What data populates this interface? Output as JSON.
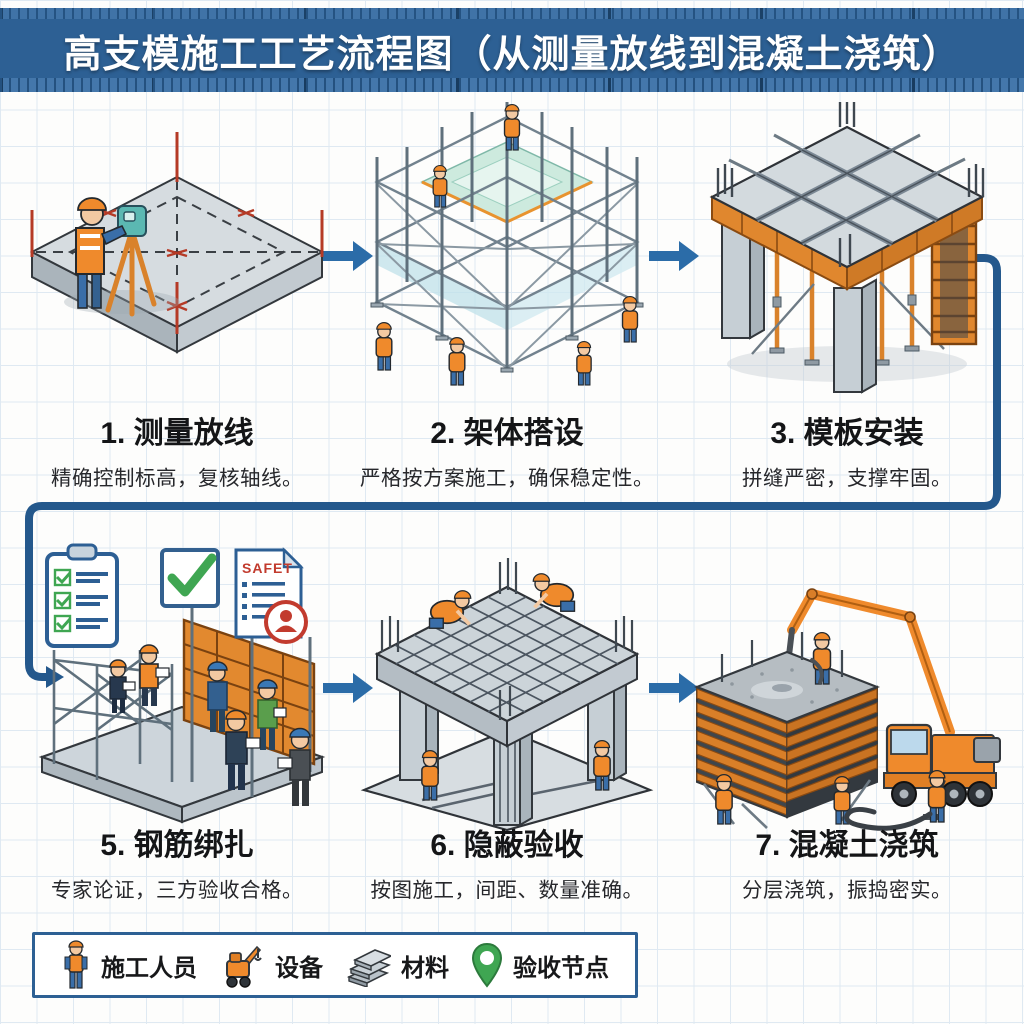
{
  "header": {
    "title": "高支模施工工艺流程图（从测量放线到混凝土浇筑）"
  },
  "steps": [
    {
      "label": "1. 测量放线",
      "desc": "精确控制标高，复核轴线。",
      "scene": "surveying"
    },
    {
      "label": "2. 架体搭设",
      "desc": "严格按方案施工，确保稳定性。",
      "scene": "scaffolding"
    },
    {
      "label": "3. 模板安装",
      "desc": "拼缝严密，支撑牢固。",
      "scene": "formwork-installation"
    },
    {
      "label": "5. 钢筋绑扎",
      "desc": "专家论证，三方验收合格。",
      "scene": "inspection-team",
      "doc_label": "SAFET"
    },
    {
      "label": "6. 隐蔽验收",
      "desc": "按图施工，间距、数量准确。",
      "scene": "rebar-mesh"
    },
    {
      "label": "7. 混凝土浇筑",
      "desc": "分层浇筑，振捣密实。",
      "scene": "concrete-pouring"
    }
  ],
  "legend": {
    "items": [
      {
        "icon": "worker-icon",
        "label": "施工人员"
      },
      {
        "icon": "equipment-icon",
        "label": "设备"
      },
      {
        "icon": "material-icon",
        "label": "材料"
      },
      {
        "icon": "acceptance-pin-icon",
        "label": "验收节点"
      }
    ]
  },
  "colors": {
    "title_bar": "#2d6094",
    "flow_arrow": "#2b6ca8",
    "connector": "#24588c",
    "safety_orange": "#ef8a2c",
    "formwork_orange": "#d9822b",
    "check_green": "#3fa652",
    "pin_green": "#3fa652",
    "stamp_red": "#c23b2e",
    "concrete_gray": "#ccd4d9"
  }
}
